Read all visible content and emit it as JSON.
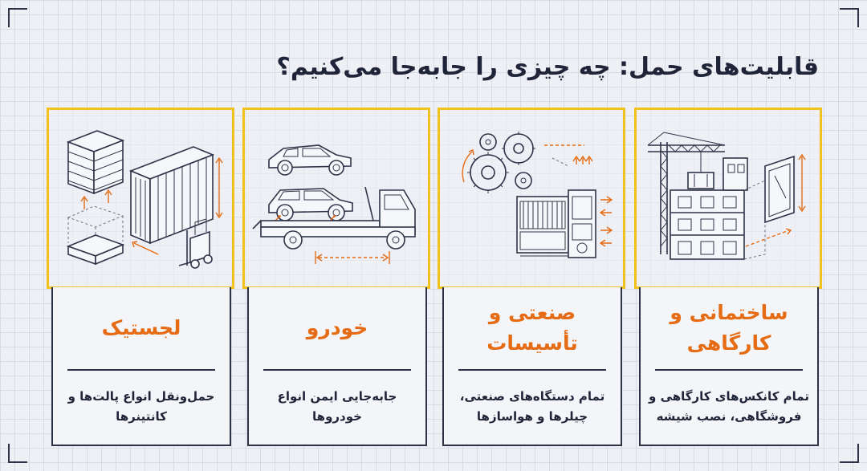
{
  "title": "قابلیت‌های حمل: چه چیزی را جابه‌جا می‌کنیم؟",
  "colors": {
    "accent": "#e56b14",
    "frame": "#f2c21c",
    "ink": "#1f2438"
  },
  "cards": [
    {
      "category": "ساختمانی و کارگاهی",
      "description": "تمام کانکس‌های کارگاهی و فروشگاهی، نصب شیشه",
      "icon": "construction-crane-icon"
    },
    {
      "category": "صنعتی و تأسیسات",
      "description": "تمام دستگاه‌های صنعتی، چیلرها و هواسازها",
      "icon": "industrial-gears-icon"
    },
    {
      "category": "خودرو",
      "description": "جابه‌جایی ایمن انواع خودروها",
      "icon": "tow-truck-icon"
    },
    {
      "category": "لجستیک",
      "description": "حمل‌ونقل انواع پالت‌ها و کانتینرها",
      "icon": "pallet-container-icon"
    }
  ]
}
